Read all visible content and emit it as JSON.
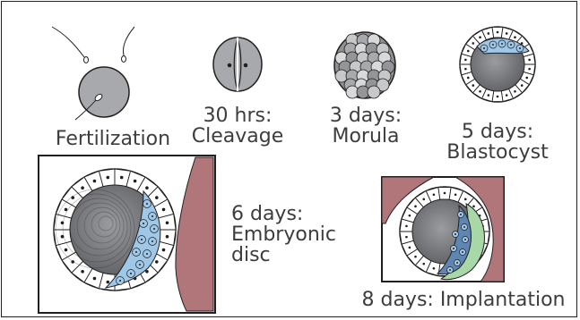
{
  "stages": [
    {
      "id": "fertilization",
      "lines": [
        "Fertilization"
      ]
    },
    {
      "id": "cleavage",
      "lines": [
        "30 hrs:",
        "Cleavage"
      ]
    },
    {
      "id": "morula",
      "lines": [
        "3 days:",
        "Morula"
      ]
    },
    {
      "id": "blastocyst",
      "lines": [
        "5 days:",
        "Blastocyst"
      ]
    },
    {
      "id": "embryonic-disc",
      "lines": [
        "6 days:",
        "Embryonic",
        "disc"
      ]
    },
    {
      "id": "implantation",
      "lines": [
        "8 days: Implantation"
      ]
    }
  ],
  "colors": {
    "outline": "#231f20",
    "cell_gray": "#a7a9ac",
    "dark_gray": "#6d6e71",
    "blue_cells": "#9fc8e8",
    "uterus": "#b0767a",
    "green_layer": "#a8d8a8",
    "label_text": "#3d3d3d"
  }
}
